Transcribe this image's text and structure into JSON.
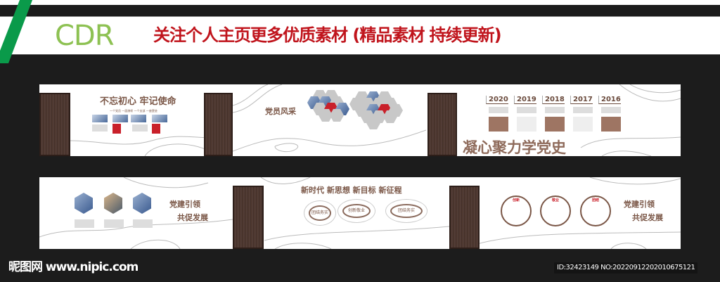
{
  "banner": {
    "format_label": "CDR",
    "slogan": "关注个人主页更多优质素材   (精品素材 持续更新)"
  },
  "colors": {
    "accent_green": "#8dc152",
    "stripe_green": "#0a9a4a",
    "slogan_red": "#c0141c",
    "title_brown": "#7a5646"
  },
  "panels": {
    "p1": {
      "title": "不忘初心 牢记使命",
      "subtitle": "一个党员 一面旗帜 一个支部 一座堡垒"
    },
    "p2": {
      "title": "党员风采"
    },
    "p3": {
      "title": "凝心聚力学党史",
      "years": [
        "2020",
        "2019",
        "2018",
        "2017",
        "2016"
      ]
    },
    "p4": {
      "title_line1": "党建引领",
      "title_line2": "共促发展"
    },
    "p5": {
      "title": "新时代 新思想 新目标 新征程",
      "blobs": [
        "团结务实",
        "创新敬业",
        "团结务实"
      ]
    },
    "p6": {
      "circles": [
        "创新",
        "敬业",
        "团结"
      ],
      "title_line1": "党建引领",
      "title_line2": "共促发展"
    }
  },
  "footer": {
    "site": "昵图网 www.nipic.com",
    "id_text": "ID:32423149 NO:20220912202010675121"
  }
}
